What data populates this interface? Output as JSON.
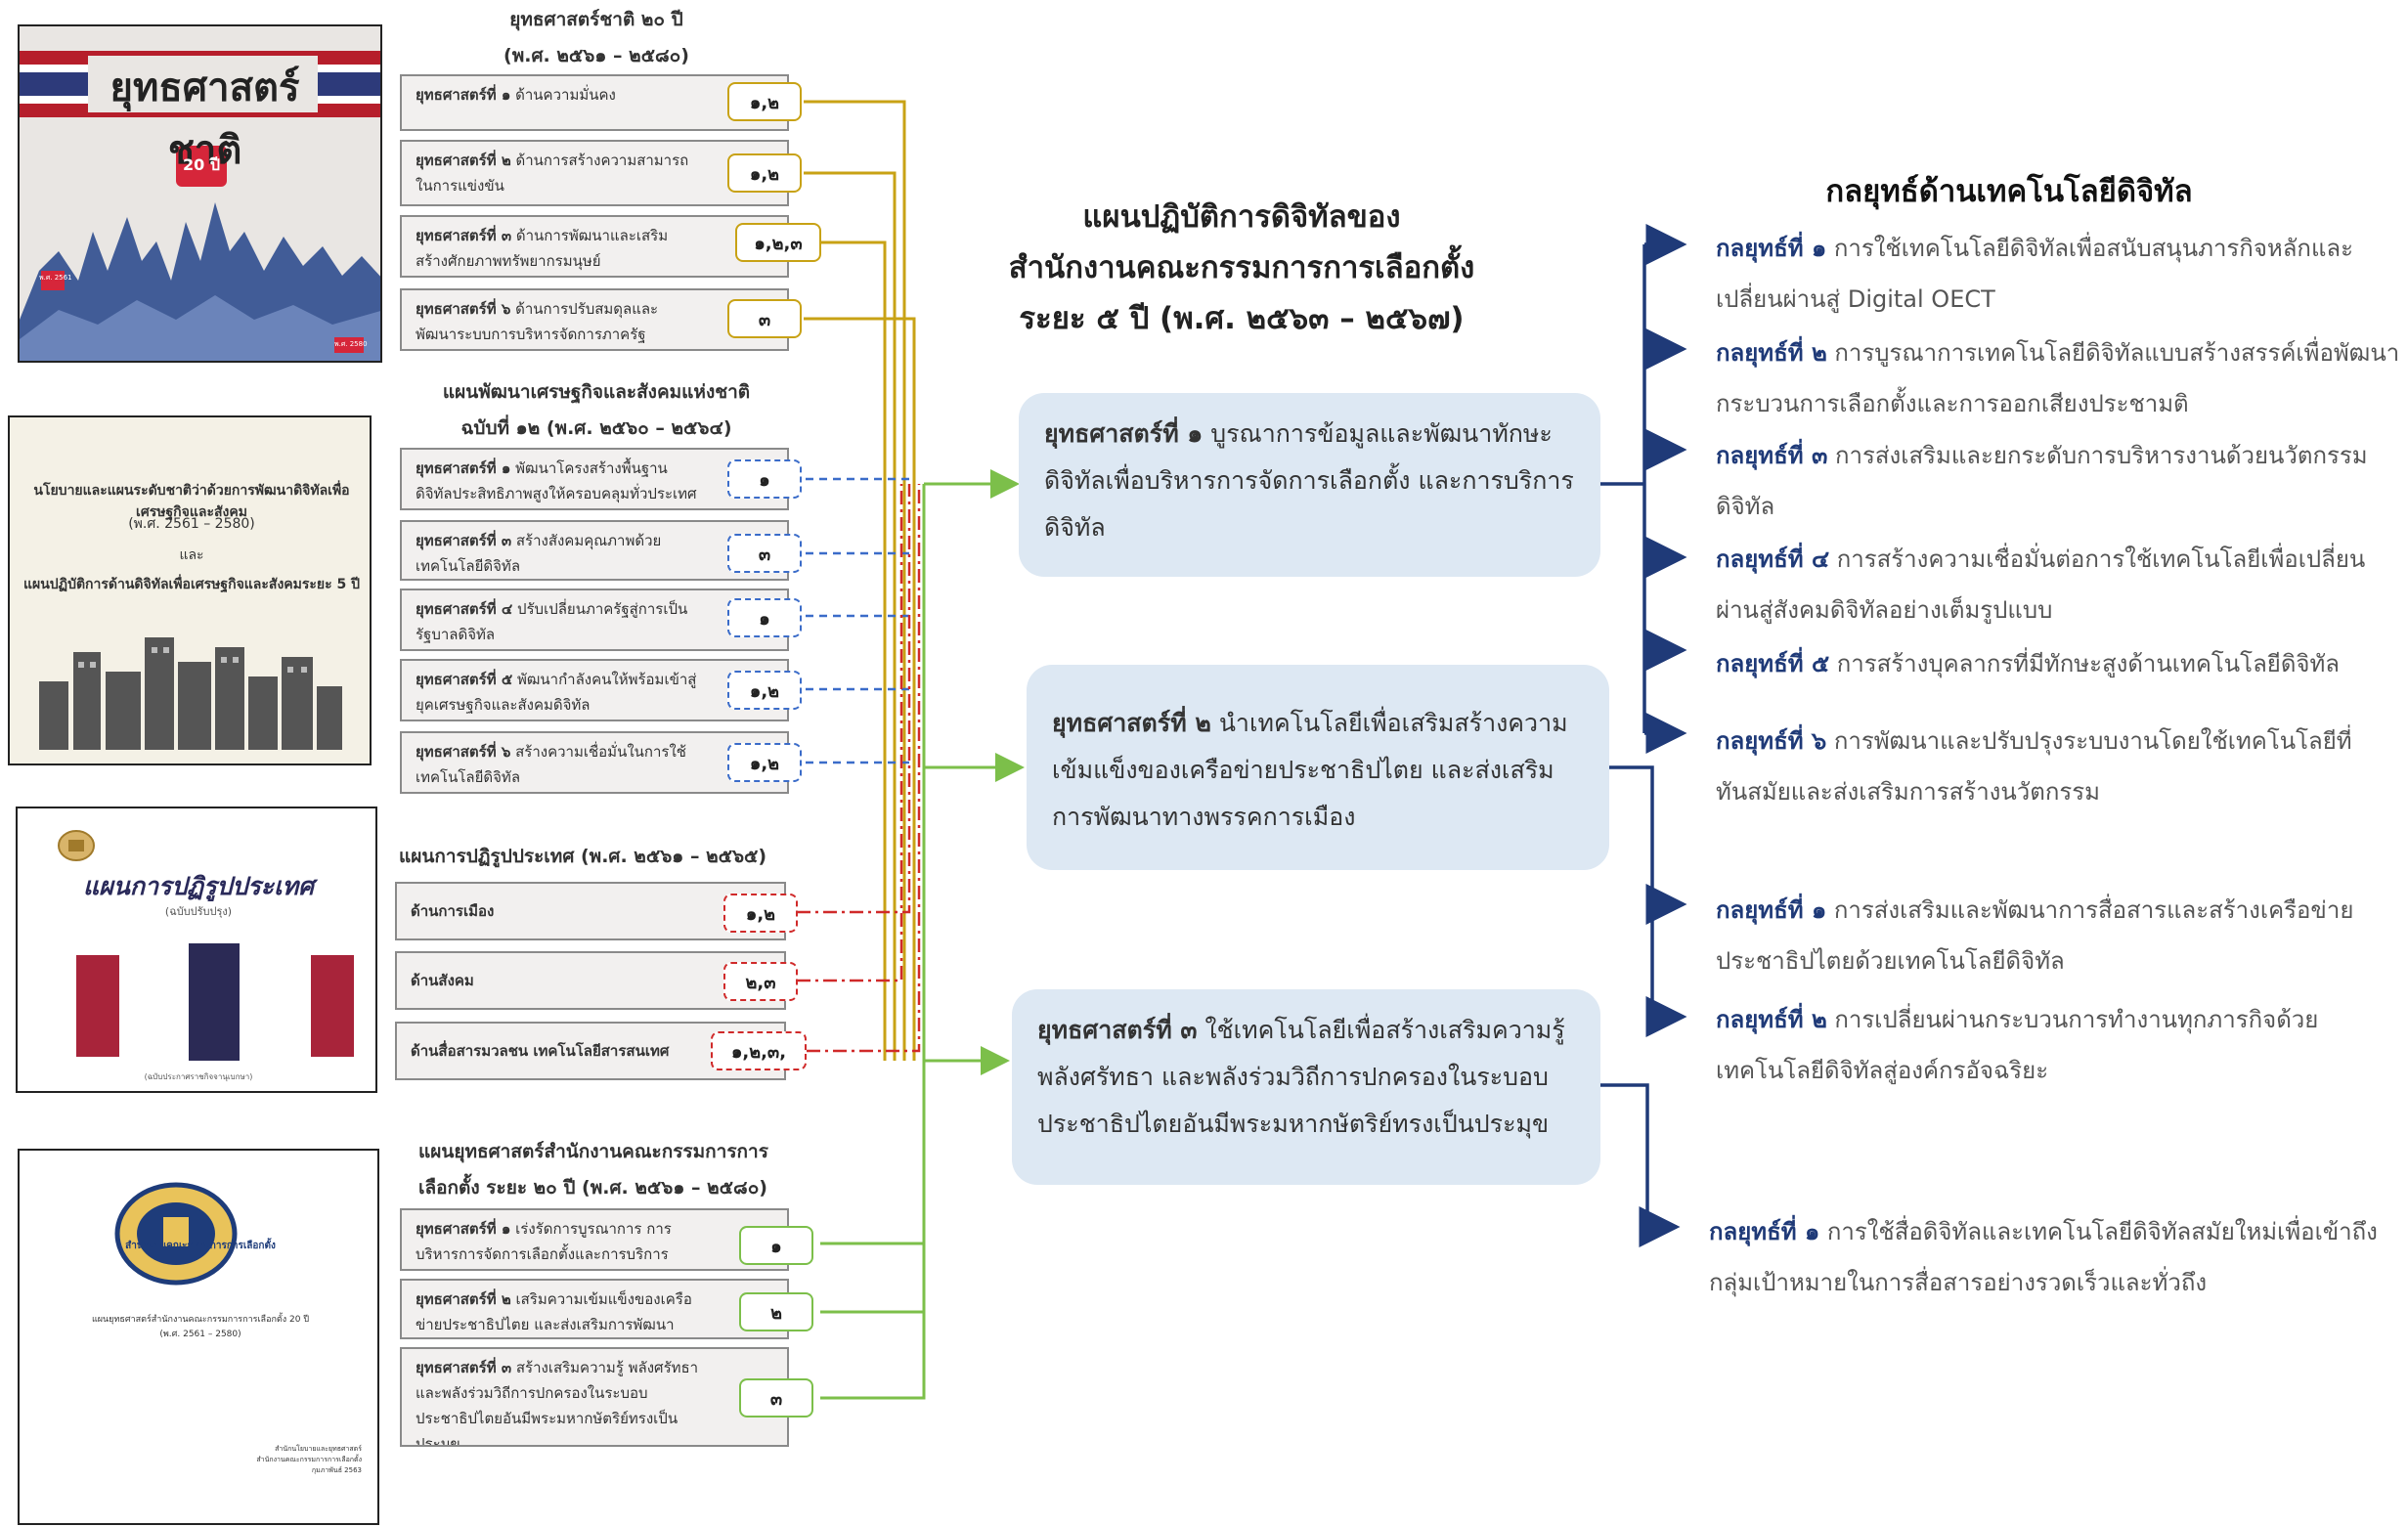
{
  "national_strategy": {
    "title_line1": "ยุทธศาสตร์ชาติ ๒๐ ปี",
    "title_line2": "(พ.ศ. ๒๕๖๑ – ๒๕๘๐)",
    "cover": {
      "heading": "ยุทธศาสตร์ชาติ",
      "badge": "20 ปี",
      "year_start": "พ.ศ. 2561",
      "year_end": "พ.ศ. 2580"
    },
    "items": [
      {
        "prefix": "ยุทธศาสตร์ที่ ๑",
        "text": " ด้านความมั่นคง",
        "tag": "๑,๒"
      },
      {
        "prefix": "ยุทธศาสตร์ที่ ๒",
        "text": " ด้านการสร้างความสามารถในการแข่งขัน",
        "tag": "๑,๒"
      },
      {
        "prefix": "ยุทธศาสตร์ที่ ๓",
        "text": " ด้านการพัฒนาและเสริมสร้างศักยภาพทรัพยากรมนุษย์",
        "tag": "๑,๒,๓"
      },
      {
        "prefix": "ยุทธศาสตร์ที่ ๖",
        "text": " ด้านการปรับสมดุลและพัฒนาระบบการบริหารจัดการภาครัฐ",
        "tag": "๓"
      }
    ]
  },
  "economic_plan": {
    "title_line1": "แผนพัฒนาเศรษฐกิจและสังคมแห่งชาติ",
    "title_line2": "ฉบับที่ ๑๒ (พ.ศ. ๒๕๖๐ – ๒๕๖๔)",
    "cover": {
      "line1": "นโยบายและแผนระดับชาติว่าด้วยการพัฒนาดิจิทัลเพื่อเศรษฐกิจและสังคม",
      "line2": "(พ.ศ. 2561 – 2580)",
      "line3": "และ",
      "line4": "แผนปฏิบัติการด้านดิจิทัลเพื่อเศรษฐกิจและสังคมระยะ 5 ปี"
    },
    "items": [
      {
        "prefix": "ยุทธศาสตร์ที่ ๑",
        "text": " พัฒนาโครงสร้างพื้นฐานดิจิทัลประสิทธิภาพสูงให้ครอบคลุมทั่วประเทศ",
        "tag": "๑"
      },
      {
        "prefix": "ยุทธศาสตร์ที่ ๓",
        "text": " สร้างสังคมคุณภาพด้วยเทคโนโลยีดิจิทัล",
        "tag": "๓"
      },
      {
        "prefix": "ยุทธศาสตร์ที่ ๔",
        "text": " ปรับเปลี่ยนภาครัฐสู่การเป็นรัฐบาลดิจิทัล",
        "tag": "๑"
      },
      {
        "prefix": "ยุทธศาสตร์ที่ ๕",
        "text": " พัฒนากำลังคนให้พร้อมเข้าสู่ยุคเศรษฐกิจและสังคมดิจิทัล",
        "tag": "๑,๒"
      },
      {
        "prefix": "ยุทธศาสตร์ที่ ๖",
        "text": " สร้างความเชื่อมั่นในการใช้เทคโนโลยีดิจิทัล",
        "tag": "๑,๒"
      }
    ]
  },
  "reform_plan": {
    "title": "แผนการปฏิรูปประเทศ (พ.ศ. ๒๕๖๑ – ๒๕๖๕)",
    "cover": {
      "heading": "แผนการปฏิรูปประเทศ",
      "subheading": "(ฉบับปรับปรุง)",
      "footer": "(ฉบับประกาศราชกิจจานุเบกษา)"
    },
    "items": [
      {
        "text": "ด้านการเมือง",
        "tag": "๑,๒"
      },
      {
        "text": "ด้านสังคม",
        "tag": "๒,๓"
      },
      {
        "text": "ด้านสื่อสารมวลชน เทคโนโลยีสารสนเทศ",
        "tag": "๑,๒,๓,"
      }
    ]
  },
  "oect_plan": {
    "title_line1": "แผนยุทธศาสตร์สำนักงานคณะกรรมการการ",
    "title_line2": "เลือกตั้ง ระยะ ๒๐ ปี (พ.ศ. ๒๕๖๑ – ๒๕๘๐)",
    "cover": {
      "org": "สำนักงานคณะกรรมการการเลือกตั้ง",
      "line1": "แผนยุทธศาสตร์สำนักงานคณะกรรมการการเลือกตั้ง 20 ปี",
      "line2": "(พ.ศ. 2561 – 2580)",
      "f1": "สำนักนโยบายและยุทธศาสตร์",
      "f2": "สำนักงานคณะกรรมการการเลือกตั้ง",
      "f3": "กุมภาพันธ์ 2563"
    },
    "items": [
      {
        "prefix": "ยุทธศาสตร์ที่ ๑",
        "text": " เร่งรัดการบูรณาการ การบริหารการจัดการเลือกตั้งและการบริการดิจิทัล",
        "tag": "๑"
      },
      {
        "prefix": "ยุทธศาสตร์ที่ ๒",
        "text": " เสริมความเข้มแข็งของเครือข่ายประชาธิปไตย และส่งเสริมการพัฒนาพรรคการเมือง",
        "tag": "๒"
      },
      {
        "prefix": "ยุทธศาสตร์ที่ ๓",
        "text": " สร้างเสริมความรู้ พลังศรัทธาและพลังร่วมวิถีการปกครองในระบอบประชาธิปไตยอันมีพระมหากษัตริย์ทรงเป็นประมุข",
        "tag": "๓"
      }
    ]
  },
  "center": {
    "title_line1": "แผนปฏิบัติการดิจิทัลของ",
    "title_line2": "สำนักงานคณะกรรมการการเลือกตั้ง",
    "title_line3": "ระยะ ๕ ปี (พ.ศ. ๒๕๖๓ – ๒๕๖๗)",
    "strategies": [
      {
        "prefix": "ยุทธศาสตร์ที่ ๑",
        "text": " บูรณาการข้อมูลและพัฒนาทักษะดิจิทัลเพื่อบริหารการจัดการเลือกตั้ง และการบริการดิจิทัล"
      },
      {
        "prefix": "ยุทธศาสตร์ที่ ๒",
        "text": " นำเทคโนโลยีเพื่อเสริมสร้างความเข้มแข็งของเครือข่ายประชาธิปไตย และส่งเสริมการพัฒนาทางพรรคการเมือง"
      },
      {
        "prefix": "ยุทธศาสตร์ที่ ๓",
        "text": " ใช้เทคโนโลยีเพื่อสร้างเสริมความรู้ พลังศรัทธา และพลังร่วมวิถีการปกครองในระบอบประชาธิปไตยอันมีพระมหากษัตริย์ทรงเป็นประมุข"
      }
    ]
  },
  "tactics": {
    "title": "กลยุทธ์ด้านเทคโนโลยีดิจิทัล",
    "group1": [
      {
        "prefix": "กลยุทธ์ที่ ๑",
        "text": " การใช้เทคโนโลยีดิจิทัลเพื่อสนับสนุนภารกิจหลักและเปลี่ยนผ่านสู่ Digital OECT"
      },
      {
        "prefix": "กลยุทธ์ที่ ๒",
        "text": " การบูรณาการเทคโนโลยีดิจิทัลแบบสร้างสรรค์เพื่อพัฒนากระบวนการเลือกตั้งและการออกเสียงประชามติ"
      },
      {
        "prefix": "กลยุทธ์ที่ ๓",
        "text": " การส่งเสริมและยกระดับการบริหารงานด้วยนวัตกรรมดิจิทัล"
      },
      {
        "prefix": "กลยุทธ์ที่ ๔",
        "text": " การสร้างความเชื่อมั่นต่อการใช้เทคโนโลยีเพื่อเปลี่ยนผ่านสู่สังคมดิจิทัลอย่างเต็มรูปแบบ"
      },
      {
        "prefix": "กลยุทธ์ที่ ๕",
        "text": " การสร้างบุคลากรที่มีทักษะสูงด้านเทคโนโลยีดิจิทัล"
      },
      {
        "prefix": "กลยุทธ์ที่ ๖",
        "text": " การพัฒนาและปรับปรุงระบบงานโดยใช้เทคโนโลยีที่ทันสมัยและส่งเสริมการสร้างนวัตกรรม"
      }
    ],
    "group2": [
      {
        "prefix": "กลยุทธ์ที่ ๑",
        "text": " การส่งเสริมและพัฒนาการสื่อสารและสร้างเครือข่ายประชาธิปไตยด้วยเทคโนโลยีดิจิทัล"
      },
      {
        "prefix": "กลยุทธ์ที่ ๒",
        "text": " การเปลี่ยนผ่านกระบวนการทำงานทุกภารกิจด้วยเทคโนโลยีดิจิทัลสู่องค์กรอัจฉริยะ"
      }
    ],
    "group3": [
      {
        "prefix": "กลยุทธ์ที่ ๑",
        "text": " การใช้สื่อดิจิทัลและเทคโนโลยีดิจิทัลสมัยใหม่เพื่อเข้าถึงกลุ่มเป้าหมายในการสื่อสารอย่างรวดเร็วและทั่วถึง"
      }
    ]
  },
  "colors": {
    "gold": "#c8a215",
    "blue": "#3b6cc9",
    "red": "#d02a2a",
    "green": "#7cbf4a",
    "navy": "#1f3a78",
    "box": "#dde8f3"
  }
}
